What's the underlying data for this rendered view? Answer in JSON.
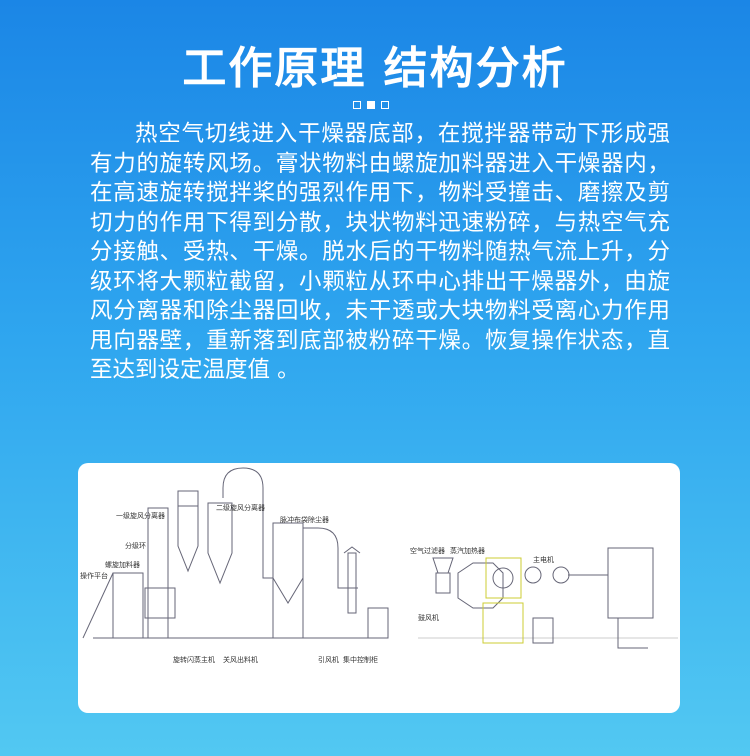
{
  "title": "工作原理 结构分析",
  "body": "热空气切线进入干燥器底部，在搅拌器带动下形成强有力的旋转风场。膏状物料由螺旋加料器进入干燥器内，在高速旋转搅拌桨的强烈作用下，物料受撞击、磨擦及剪切力的作用下得到分散，块状物料迅速粉碎，与热空气充分接触、受热、干燥。脱水后的干物料随热气流上升，分级环将大颗粒截留，小颗粒从环中心排出干燥器外，由旋风分离器和除尘器回收，未干透或大块物料受离心力作用甩向器壁，重新落到底部被粉碎干燥。恢复操作状态，直至达到设定温度值 。",
  "diagram": {
    "left_labels": [
      "二级旋风分离器",
      "一级旋风分离器",
      "分级环",
      "螺旋加料器",
      "操作平台",
      "旋转闪蒸主机",
      "关风出料机",
      "脉冲布袋除尘器",
      "引风机",
      "集中控制柜"
    ],
    "right_labels": [
      "空气过滤器",
      "蒸汽加热器",
      "主电机",
      "鼓风机"
    ]
  }
}
